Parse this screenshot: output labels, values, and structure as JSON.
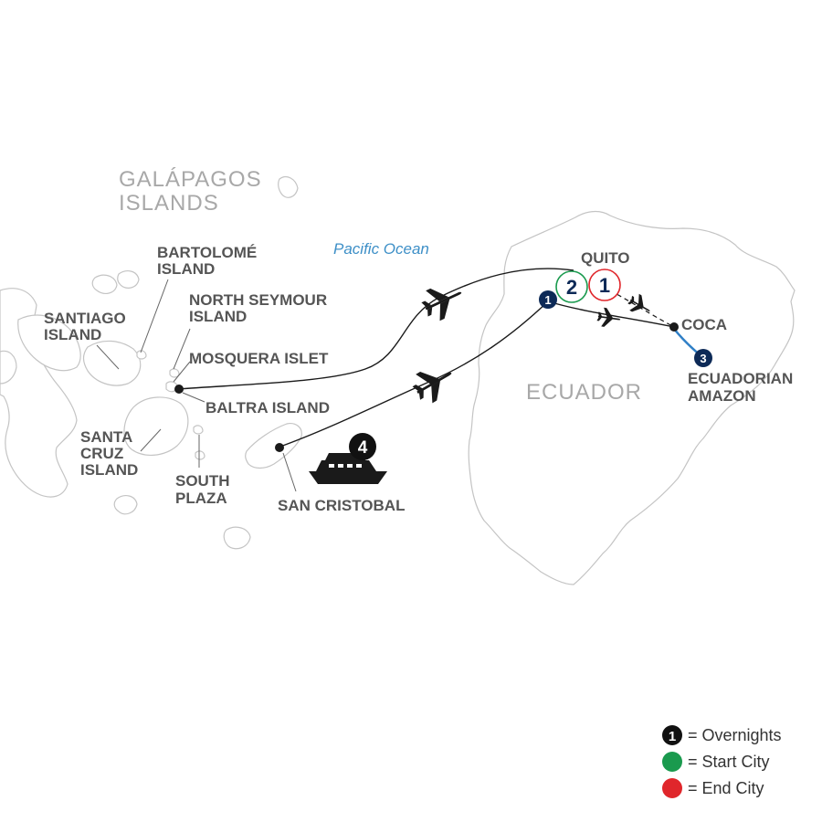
{
  "map": {
    "region_labels": {
      "galapagos_line1": "GALÁPAGOS",
      "galapagos_line2": "ISLANDS",
      "ecuador": "ECUADOR"
    },
    "ocean_label": "Pacific Ocean",
    "places": {
      "bartolome": [
        "BARTOLOMÉ",
        "ISLAND"
      ],
      "north_seymour": [
        "NORTH SEYMOUR",
        "ISLAND"
      ],
      "santiago": [
        "SANTIAGO",
        "ISLAND"
      ],
      "mosquera": "MOSQUERA ISLET",
      "baltra": "BALTRA ISLAND",
      "santa_cruz": [
        "SANTA",
        "CRUZ",
        "ISLAND"
      ],
      "south_plaza": [
        "SOUTH",
        "PLAZA"
      ],
      "san_cristobal": "SAN CRISTOBAL",
      "quito": "QUITO",
      "coca": "COCA",
      "amazon": [
        "ECUADORIAN",
        "AMAZON"
      ]
    },
    "overnights": {
      "quito_start": "2",
      "quito_end": "1",
      "quito_return": "1",
      "amazon": "3",
      "cruise": "4"
    },
    "colors": {
      "start": "#1a9a4e",
      "end": "#e0262b",
      "overnight_badge": "#0d2a57",
      "river": "#2f7fc6",
      "ocean_text": "#3d8fc7"
    }
  },
  "legend": {
    "overnight_sample": "1",
    "items": [
      {
        "symbol": "overnight",
        "text": "= Overnights"
      },
      {
        "symbol": "start",
        "text": "= Start City"
      },
      {
        "symbol": "end",
        "text": "= End City"
      }
    ]
  }
}
